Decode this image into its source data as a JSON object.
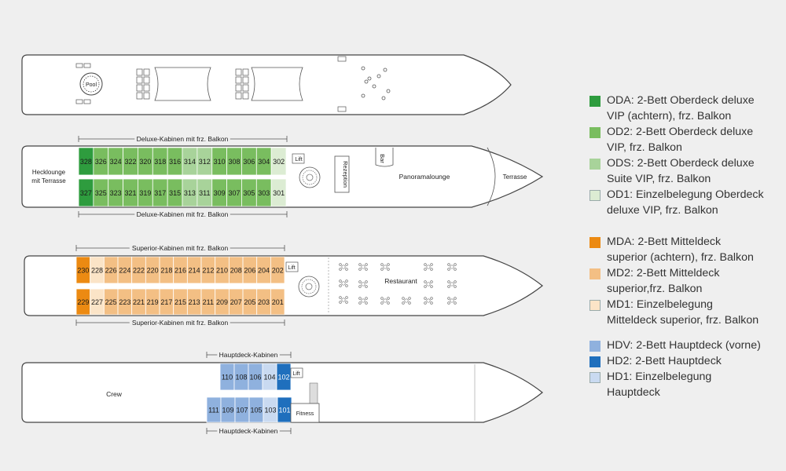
{
  "decks": [
    {
      "id": "sundeck",
      "labels": {
        "pool": "Pool"
      }
    },
    {
      "id": "oberdeck",
      "top_caption": "Deluxe-Kabinen mit frz. Balkon",
      "bottom_caption": "Deluxe-Kabinen mit frz. Balkon",
      "labels": {
        "aft_lounge_1": "Hecklounge",
        "aft_lounge_2": "mit Terrasse",
        "lift": "Lift",
        "reception": "Rezeption",
        "bar": "Bar",
        "lounge": "Panoramalounge",
        "terrace": "Terrasse"
      },
      "top_row": [
        {
          "n": "328",
          "cat": "ODA"
        },
        {
          "n": "326",
          "cat": "OD2"
        },
        {
          "n": "324",
          "cat": "OD2"
        },
        {
          "n": "322",
          "cat": "OD2"
        },
        {
          "n": "320",
          "cat": "OD2"
        },
        {
          "n": "318",
          "cat": "OD2"
        },
        {
          "n": "316",
          "cat": "OD2"
        },
        {
          "n": "314",
          "cat": "ODS"
        },
        {
          "n": "312",
          "cat": "ODS"
        },
        {
          "n": "310",
          "cat": "OD2"
        },
        {
          "n": "308",
          "cat": "OD2"
        },
        {
          "n": "306",
          "cat": "OD2"
        },
        {
          "n": "304",
          "cat": "OD2"
        },
        {
          "n": "302",
          "cat": "OD1"
        }
      ],
      "bottom_row": [
        {
          "n": "327",
          "cat": "ODA"
        },
        {
          "n": "325",
          "cat": "OD2"
        },
        {
          "n": "323",
          "cat": "OD2"
        },
        {
          "n": "321",
          "cat": "OD2"
        },
        {
          "n": "319",
          "cat": "OD2"
        },
        {
          "n": "317",
          "cat": "OD2"
        },
        {
          "n": "315",
          "cat": "OD2"
        },
        {
          "n": "313",
          "cat": "ODS"
        },
        {
          "n": "311",
          "cat": "ODS"
        },
        {
          "n": "309",
          "cat": "OD2"
        },
        {
          "n": "307",
          "cat": "OD2"
        },
        {
          "n": "305",
          "cat": "OD2"
        },
        {
          "n": "303",
          "cat": "OD2"
        },
        {
          "n": "301",
          "cat": "OD1"
        }
      ]
    },
    {
      "id": "mitteldeck",
      "top_caption": "Superior-Kabinen mit frz. Balkon",
      "bottom_caption": "Superior-Kabinen mit frz. Balkon",
      "labels": {
        "lift": "Lift",
        "restaurant": "Restaurant"
      },
      "top_row": [
        {
          "n": "230",
          "cat": "MDA"
        },
        {
          "n": "228",
          "cat": "MD1"
        },
        {
          "n": "226",
          "cat": "MD2"
        },
        {
          "n": "224",
          "cat": "MD2"
        },
        {
          "n": "222",
          "cat": "MD2"
        },
        {
          "n": "220",
          "cat": "MD2"
        },
        {
          "n": "218",
          "cat": "MD2"
        },
        {
          "n": "216",
          "cat": "MD2"
        },
        {
          "n": "214",
          "cat": "MD2"
        },
        {
          "n": "212",
          "cat": "MD2"
        },
        {
          "n": "210",
          "cat": "MD2"
        },
        {
          "n": "208",
          "cat": "MD2"
        },
        {
          "n": "206",
          "cat": "MD2"
        },
        {
          "n": "204",
          "cat": "MD2"
        },
        {
          "n": "202",
          "cat": "MD2"
        }
      ],
      "bottom_row": [
        {
          "n": "229",
          "cat": "MDA"
        },
        {
          "n": "227",
          "cat": "MD1"
        },
        {
          "n": "225",
          "cat": "MD2"
        },
        {
          "n": "223",
          "cat": "MD2"
        },
        {
          "n": "221",
          "cat": "MD2"
        },
        {
          "n": "219",
          "cat": "MD2"
        },
        {
          "n": "217",
          "cat": "MD2"
        },
        {
          "n": "215",
          "cat": "MD2"
        },
        {
          "n": "213",
          "cat": "MD2"
        },
        {
          "n": "211",
          "cat": "MD2"
        },
        {
          "n": "209",
          "cat": "MD2"
        },
        {
          "n": "207",
          "cat": "MD2"
        },
        {
          "n": "205",
          "cat": "MD2"
        },
        {
          "n": "203",
          "cat": "MD2"
        },
        {
          "n": "201",
          "cat": "MD2"
        }
      ]
    },
    {
      "id": "hauptdeck",
      "top_caption": "Hauptdeck-Kabinen",
      "bottom_caption": "Hauptdeck-Kabinen",
      "labels": {
        "crew": "Crew",
        "lift": "Lift",
        "fitness": "Fitness"
      },
      "top_row": [
        {
          "n": "110",
          "cat": "HDV"
        },
        {
          "n": "108",
          "cat": "HDV"
        },
        {
          "n": "106",
          "cat": "HDV"
        },
        {
          "n": "104",
          "cat": "HD1"
        },
        {
          "n": "102",
          "cat": "HD2"
        }
      ],
      "bottom_row": [
        {
          "n": "111",
          "cat": "HDV"
        },
        {
          "n": "109",
          "cat": "HDV"
        },
        {
          "n": "107",
          "cat": "HDV"
        },
        {
          "n": "105",
          "cat": "HDV"
        },
        {
          "n": "103",
          "cat": "HD1"
        },
        {
          "n": "101",
          "cat": "HD2"
        }
      ]
    }
  ],
  "categories": {
    "ODA": "#2e9c3e",
    "OD2": "#79bd5f",
    "ODS": "#a8d39a",
    "OD1": "#dcecd3",
    "MDA": "#ec8a12",
    "MD2": "#f3bf84",
    "MD1": "#fbe4c7",
    "HDV": "#8fb1de",
    "HD2": "#1f6fbd",
    "HD1": "#c9daf1"
  },
  "legend": [
    {
      "cat": "ODA",
      "line1": "ODA: 2-Bett Oberdeck deluxe",
      "line2": "VIP (achtern), frz. Balkon"
    },
    {
      "cat": "OD2",
      "line1": "OD2: 2-Bett Oberdeck deluxe",
      "line2": "VIP, frz. Balkon"
    },
    {
      "cat": "ODS",
      "line1": "ODS: 2-Bett Oberdeck deluxe",
      "line2": "Suite VIP, frz. Balkon"
    },
    {
      "cat": "OD1",
      "line1": "OD1: Einzelbelegung Oberdeck",
      "line2": "deluxe VIP, frz. Balkon"
    },
    {
      "cat": "MDA",
      "line1": "MDA: 2-Bett Mitteldeck",
      "line2": "superior (achtern), frz. Balkon"
    },
    {
      "cat": "MD2",
      "line1": "MD2: 2-Bett Mitteldeck",
      "line2": "superior,frz. Balkon"
    },
    {
      "cat": "MD1",
      "line1": "MD1: Einzelbelegung",
      "line2": "Mitteldeck superior, frz. Balkon"
    },
    {
      "cat": "HDV",
      "line1": "HDV: 2-Bett Hauptdeck (vorne)",
      "line2": ""
    },
    {
      "cat": "HD2",
      "line1": "HD2: 2-Bett Hauptdeck",
      "line2": ""
    },
    {
      "cat": "HD1",
      "line1": "HD1: Einzelbelegung",
      "line2": "Hauptdeck"
    }
  ]
}
